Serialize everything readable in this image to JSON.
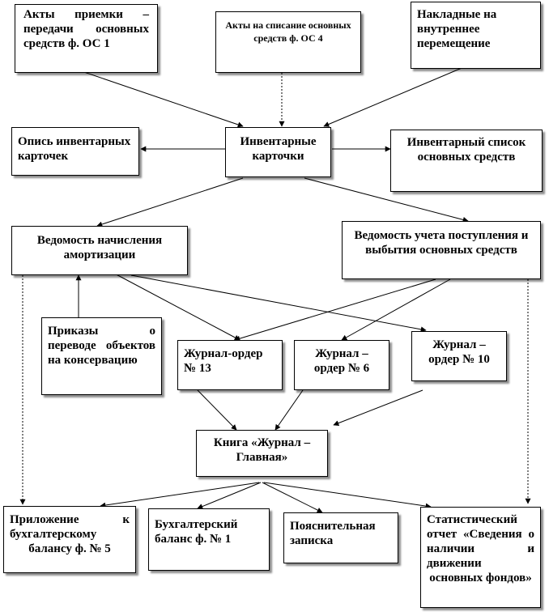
{
  "nodes": {
    "acts_transfer": "Акты приемки – передачи основных средств ф. ОС 1",
    "acts_writeoff": "Акты на списание основных средств ф. ОС 4",
    "invoices_internal": "Накладные на внутреннее перемещение",
    "inventory_cards_register": "Опись инвентарных карточек",
    "inventory_cards": "Инвентарные карточки",
    "inventory_list": "Инвентарный список основных средств",
    "depreciation_statement": "Ведомость начисления амортизации",
    "receipt_disposal_statement": "Ведомость учета поступления и выбытия основных средств",
    "conservation_orders": "Приказы о переводе объектов на консервацию",
    "journal_order_13": "Журнал-ордер № 13",
    "journal_order_6": "Журнал – ордер № 6",
    "journal_order_10": "Журнал – ордер № 10",
    "general_ledger": "Книга «Журнал – Главная»",
    "balance_appendix": "Приложение к бухгалтерскому балансу ф. № 5",
    "balance_sheet": "Бухгалтерский баланс ф. № 1",
    "explanatory_note": "Пояснительная записка",
    "statistical_report": "Статистический отчет «Сведения о наличии и движении основных фондов»"
  }
}
